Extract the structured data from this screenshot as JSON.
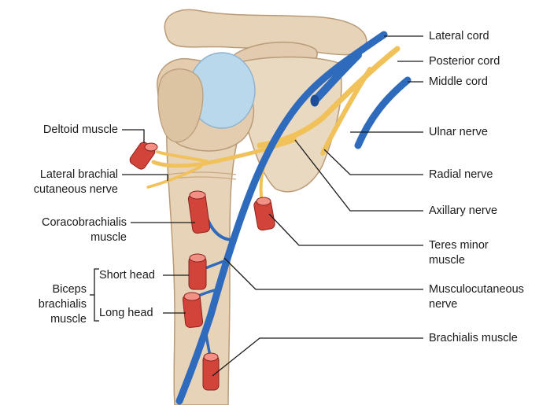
{
  "colors": {
    "bone": "#e7d3b8",
    "bone_shadow": "#cdb393",
    "cartilage": "#b9d8ec",
    "nerve_blue": "#2f6bbd",
    "nerve_blue_dark": "#1d4f99",
    "nerve_yellow": "#f1c15a",
    "muscle": "#d2433a",
    "leader": "#1a1a1a"
  },
  "labels_left": {
    "deltoid": "Deltoid muscle",
    "lat_brachial_1": "Lateral brachial",
    "lat_brachial_2": "cutaneous nerve",
    "coraco_1": "Coracobrachialis",
    "coraco_2": "muscle",
    "biceps_1": "Biceps",
    "biceps_2": "brachialis",
    "biceps_3": "muscle",
    "short_head": "Short head",
    "long_head": "Long head"
  },
  "labels_right": {
    "lateral_cord": "Lateral cord",
    "posterior_cord": "Posterior cord",
    "middle_cord": "Middle cord",
    "ulnar": "Ulnar nerve",
    "radial": "Radial nerve",
    "axillary": "Axillary nerve",
    "teres_1": "Teres minor",
    "teres_2": "muscle",
    "musculo_1": "Musculocutaneous",
    "musculo_2": "nerve",
    "brachialis": "Brachialis muscle"
  }
}
